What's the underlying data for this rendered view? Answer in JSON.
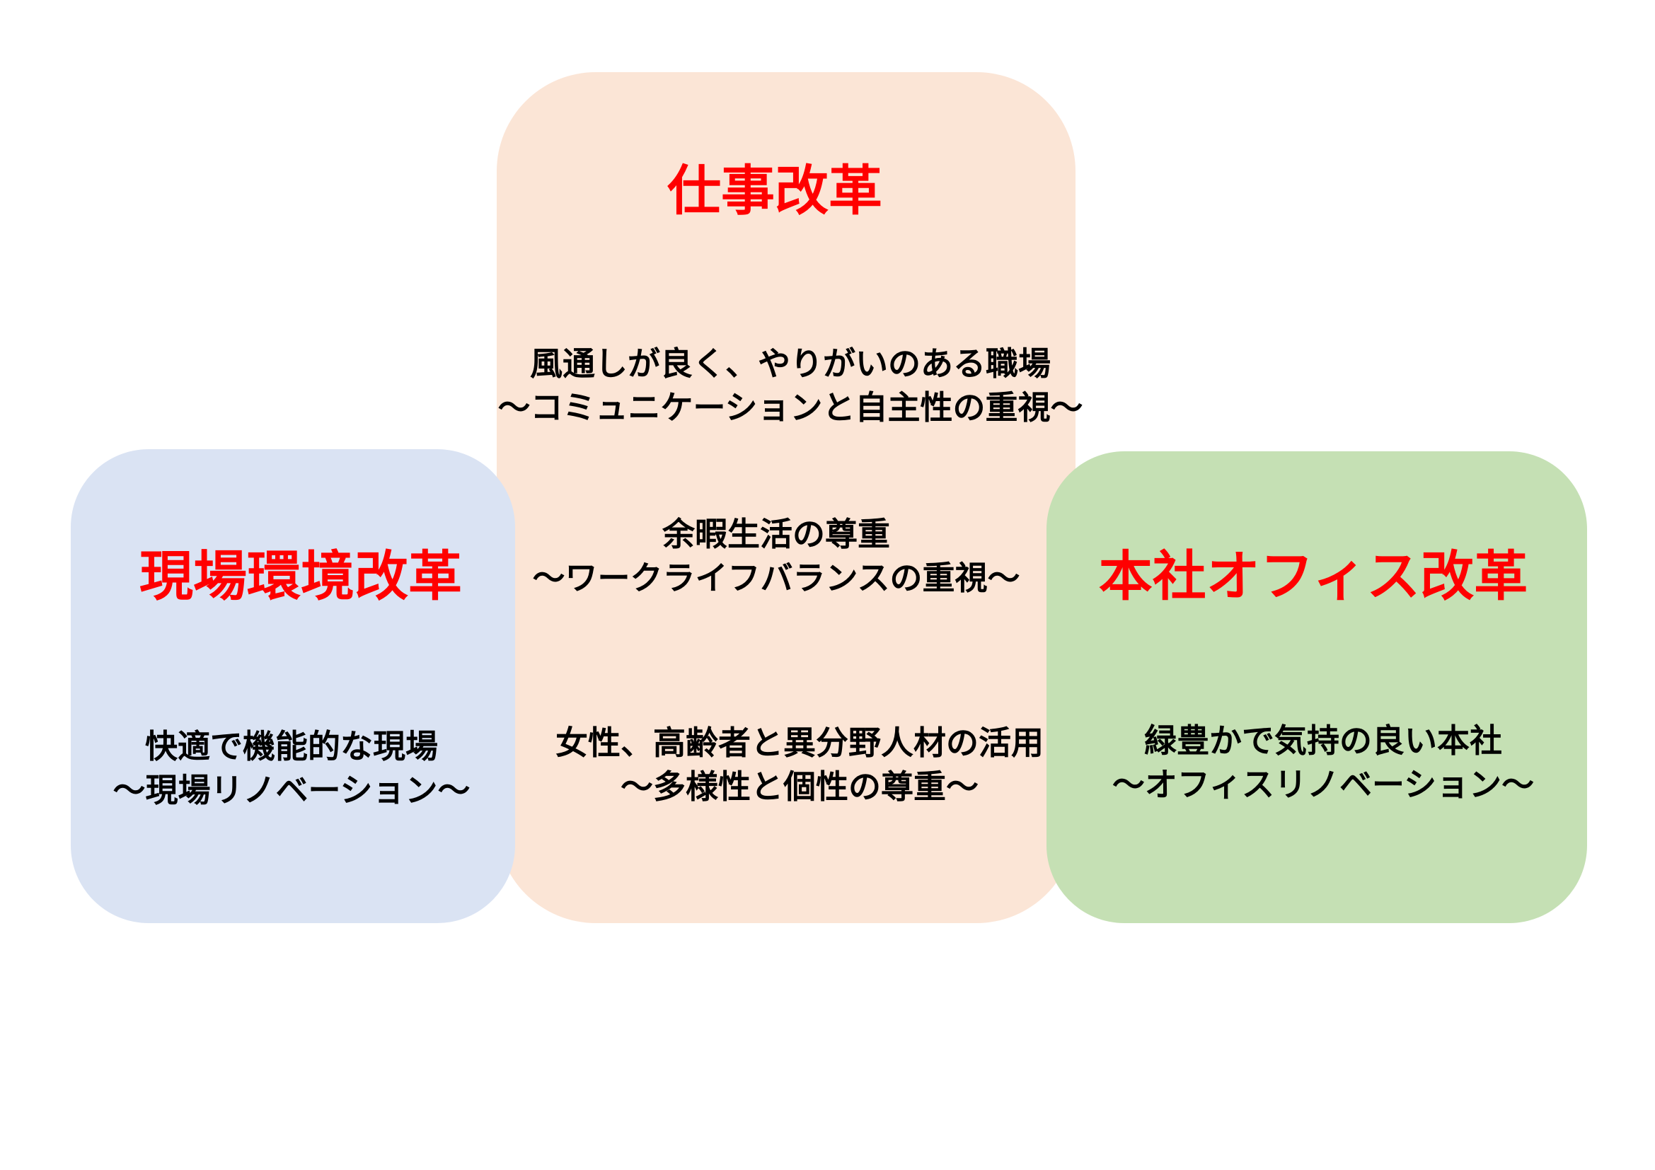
{
  "colors": {
    "center": "#fbe5d6",
    "left": "#dae3f3",
    "right": "#c5e0b4",
    "title": "#ff0000"
  },
  "center": {
    "title": "仕事改革",
    "items": [
      {
        "line1": "風通しが良く、やりがいのある職場",
        "line2": "～コミュニケーションと自主性の重視～"
      },
      {
        "line1": "余暇生活の尊重",
        "line2": "～ワークライフバランスの重視～"
      },
      {
        "line1": "女性、高齢者と異分野人材の活用",
        "line2": "～多様性と個性の尊重～"
      }
    ]
  },
  "left": {
    "title": "現場環境改革",
    "line1": "快適で機能的な現場",
    "line2": "～現場リノベーション～"
  },
  "right": {
    "title": "本社オフィス改革",
    "line1": "緑豊かで気持の良い本社",
    "line2": "～オフィスリノベーション～"
  }
}
